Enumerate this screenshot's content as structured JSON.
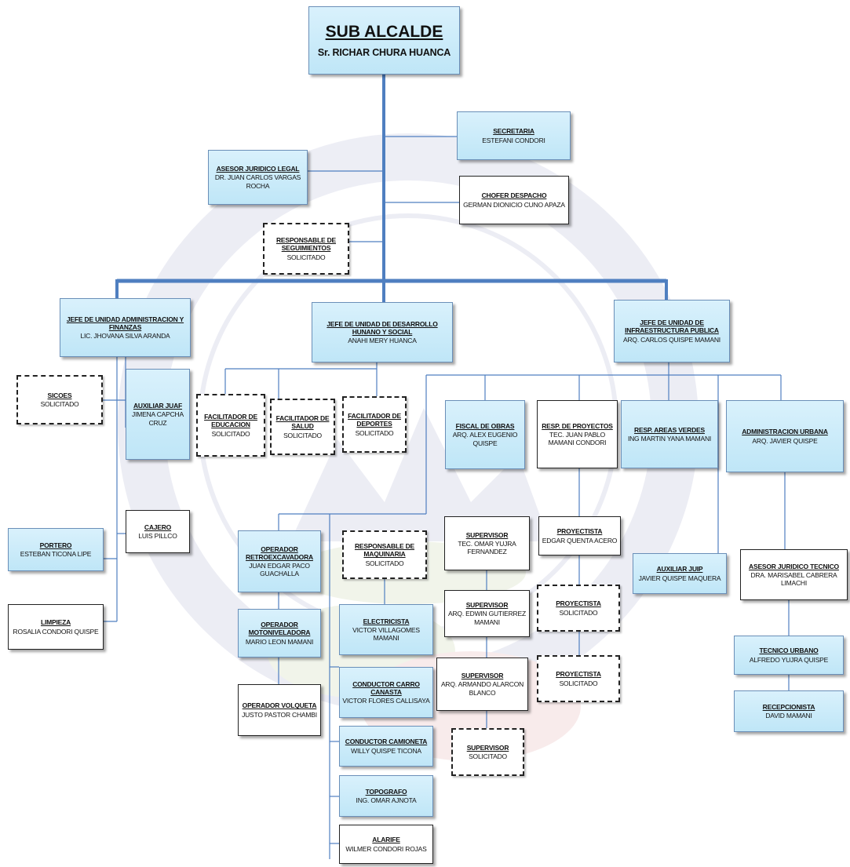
{
  "top": {
    "title": "SUB ALCALDE",
    "name": "Sr. RICHAR CHURA HUANCA"
  },
  "secretaria": {
    "title": "SECRETARIA",
    "name": "ESTEFANI CONDORI"
  },
  "asesor_legal": {
    "title": "ASESOR JURIDICO LEGAL",
    "name": "DR. JUAN CARLOS VARGAS ROCHA"
  },
  "chofer": {
    "title": "CHOFER DESPACHO",
    "name": "GERMAN DIONICIO CUNO APAZA"
  },
  "seguimientos": {
    "title": "RESPONSABLE DE SEGUIMIENTOS",
    "name": "SOLICITADO"
  },
  "jefe_admin": {
    "title": "JEFE DE UNIDAD ADMINISTRACION Y FINANZAS",
    "name": "LIC. JHOVANA SILVA ARANDA"
  },
  "jefe_social": {
    "title": "JEFE DE UNIDAD DE DESARROLLO HUNANO Y SOCIAL",
    "name": "ANAHI MERY HUANCA"
  },
  "jefe_infra": {
    "title": "JEFE DE UNIDAD DE INFRAESTRUCTURA PUBLICA",
    "name": "ARQ. CARLOS QUISPE MAMANI"
  },
  "sicoes": {
    "title": "SICOES",
    "name": "SOLICITADO"
  },
  "auxiliar_juaf": {
    "title": "AUXILIAR JUAF",
    "name": "JIMENA CAPCHA CRUZ"
  },
  "cajero": {
    "title": "CAJERO",
    "name": "LUIS PILLCO"
  },
  "portero": {
    "title": "PORTERO",
    "name": "ESTEBAN TICONA LIPE"
  },
  "limpieza": {
    "title": "LIMPIEZA",
    "name": "ROSALIA CONDORI QUISPE"
  },
  "fac_educacion": {
    "title": "FACILITADOR DE EDUCACION",
    "name": "SOLICITADO"
  },
  "fac_salud": {
    "title": "FACILITADOR DE SALUD",
    "name": "SOLICITADO"
  },
  "fac_deportes": {
    "title": "FACILITADOR DE DEPORTES",
    "name": "SOLICITADO"
  },
  "fiscal_obras": {
    "title": "FISCAL DE OBRAS",
    "name": "ARQ. ALEX EUGENIO QUISPE"
  },
  "resp_proyectos": {
    "title": "RESP. DE PROYECTOS",
    "name": "TEC. JUAN PABLO MAMANI CONDORI"
  },
  "areas_verdes": {
    "title": "RESP. AREAS VERDES",
    "name": "ING MARTIN YANA MAMANI"
  },
  "admin_urbana": {
    "title": "ADMINISTRACION URBANA",
    "name": "ARQ. JAVIER QUISPE"
  },
  "op_retro": {
    "title": "OPERADOR RETROEXCAVADORA",
    "name": "JUAN EDGAR PACO GUACHALLA"
  },
  "resp_maquinaria": {
    "title": "RESPONSABLE DE MAQUINARIA",
    "name": "SOLICITADO"
  },
  "supervisor1": {
    "title": "SUPERVISOR",
    "name": "TEC. OMAR YUJRA FERNANDEZ"
  },
  "proyectista1": {
    "title": "PROYECTISTA",
    "name": "EDGAR QUENTA ACERO"
  },
  "auxiliar_juip": {
    "title": "AUXILIAR JUIP",
    "name": "JAVIER QUISPE MAQUERA"
  },
  "asesor_tecnico": {
    "title": "ASESOR JURIDICO TECNICO",
    "name": "DRA. MARISABEL CABRERA LIMACHI"
  },
  "proyectista2": {
    "title": "PROYECTISTA",
    "name": "SOLICITADO"
  },
  "supervisor2": {
    "title": "SUPERVISOR",
    "name": "ARQ. EDWIN GUTIERREZ MAMANI"
  },
  "op_moto": {
    "title": "OPERADOR MOTONIVELADORA",
    "name": "MARIO LEON MAMANI"
  },
  "electricista": {
    "title": "ELECTRICISTA",
    "name": "VICTOR VILLAGOMES MAMANI"
  },
  "tecnico_urbano": {
    "title": "TECNICO URBANO",
    "name": "ALFREDO YUJRA QUISPE"
  },
  "supervisor3": {
    "title": "SUPERVISOR",
    "name": "ARQ. ARMANDO ALARCON BLANCO"
  },
  "proyectista3": {
    "title": "PROYECTISTA",
    "name": "SOLICITADO"
  },
  "conductor_canasta": {
    "title": "CONDUCTOR CARRO CANASTA",
    "name": "VICTOR FLORES CALLISAYA"
  },
  "op_volqueta": {
    "title": "OPERADOR VOLQUETA",
    "name": "JUSTO PASTOR CHAMBI"
  },
  "recepcionista": {
    "title": "RECEPCIONISTA",
    "name": "DAVID MAMANI"
  },
  "conductor_camioneta": {
    "title": "CONDUCTOR CAMIONETA",
    "name": "WILLY QUISPE TICONA"
  },
  "supervisor4": {
    "title": "SUPERVISOR",
    "name": "SOLICITADO"
  },
  "topografo": {
    "title": "TOPOGRAFO",
    "name": "ING. OMAR AJNOTA"
  },
  "alarife": {
    "title": "ALARIFE",
    "name": "WILMER CONDORI ROJAS"
  },
  "colors": {
    "box_fill": "#cdeaf7",
    "box_border": "#6a8fb8",
    "connector": "#4f7fc0",
    "watermark": "#3a3f8f"
  }
}
